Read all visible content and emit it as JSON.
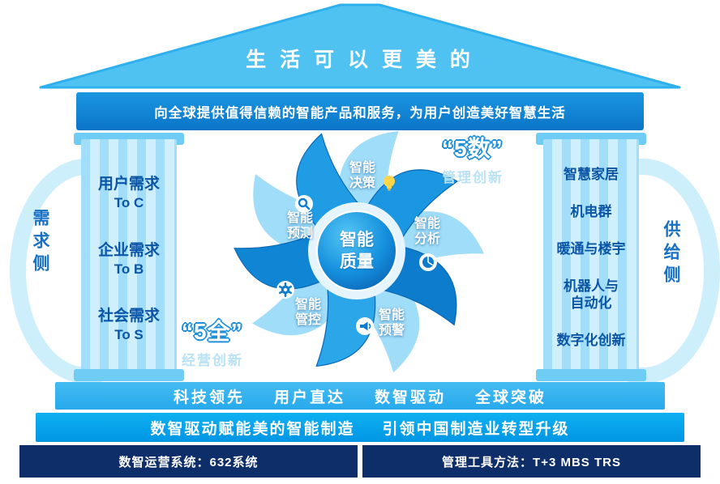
{
  "roof": {
    "slogan": "生 活 可 以 更 美 的"
  },
  "beam": {
    "text": "向全球提供值得信赖的智能产品和服务，为用户创造美好智慧生活"
  },
  "sides": {
    "left": "需求侧",
    "right": "供给侧"
  },
  "left_pillar": {
    "items": [
      {
        "title": "用户需求",
        "subtitle": "To C"
      },
      {
        "title": "企业需求",
        "subtitle": "To B"
      },
      {
        "title": "社会需求",
        "subtitle": "To S"
      }
    ]
  },
  "right_pillar": {
    "items": [
      {
        "line1": "智慧家居",
        "line2": ""
      },
      {
        "line1": "机电群",
        "line2": ""
      },
      {
        "line1": "暖通与楼宇",
        "line2": ""
      },
      {
        "line1": "机器人与",
        "line2": "自动化"
      },
      {
        "line1": "数字化创新",
        "line2": ""
      }
    ]
  },
  "wheel": {
    "center": {
      "line1": "智能",
      "line2": "质量"
    },
    "blades": [
      {
        "line1": "智能",
        "line2": "决策",
        "icon": "bulb-icon"
      },
      {
        "line1": "智能",
        "line2": "分析",
        "icon": "pie-chart-icon"
      },
      {
        "line1": "智能",
        "line2": "预警",
        "icon": "horn-icon"
      },
      {
        "line1": "智能",
        "line2": "管控",
        "icon": "gear-icon"
      },
      {
        "line1": "智能",
        "line2": "预测",
        "icon": "search-icon"
      }
    ]
  },
  "callouts": {
    "five_shu": {
      "big": "“5数”",
      "small": "管理创新"
    },
    "five_quan": {
      "big": "“5全”",
      "small": "经营创新"
    }
  },
  "strategy_band": {
    "items": [
      "科技领先",
      "用户直达",
      "数智驱动",
      "全球突破"
    ]
  },
  "mission_band": {
    "left": "数智驱动赋能美的智能制造",
    "right": "引领中国制造业转型升级"
  },
  "footer": {
    "left": "数智运营系统：632系统",
    "right": "管理工具方法：T+3 MBS TRS"
  },
  "colors": {
    "roof": "#55c4f2",
    "beam": "#0f87d6",
    "accent": "#00a2ea",
    "navy": "#0e2e6a"
  }
}
